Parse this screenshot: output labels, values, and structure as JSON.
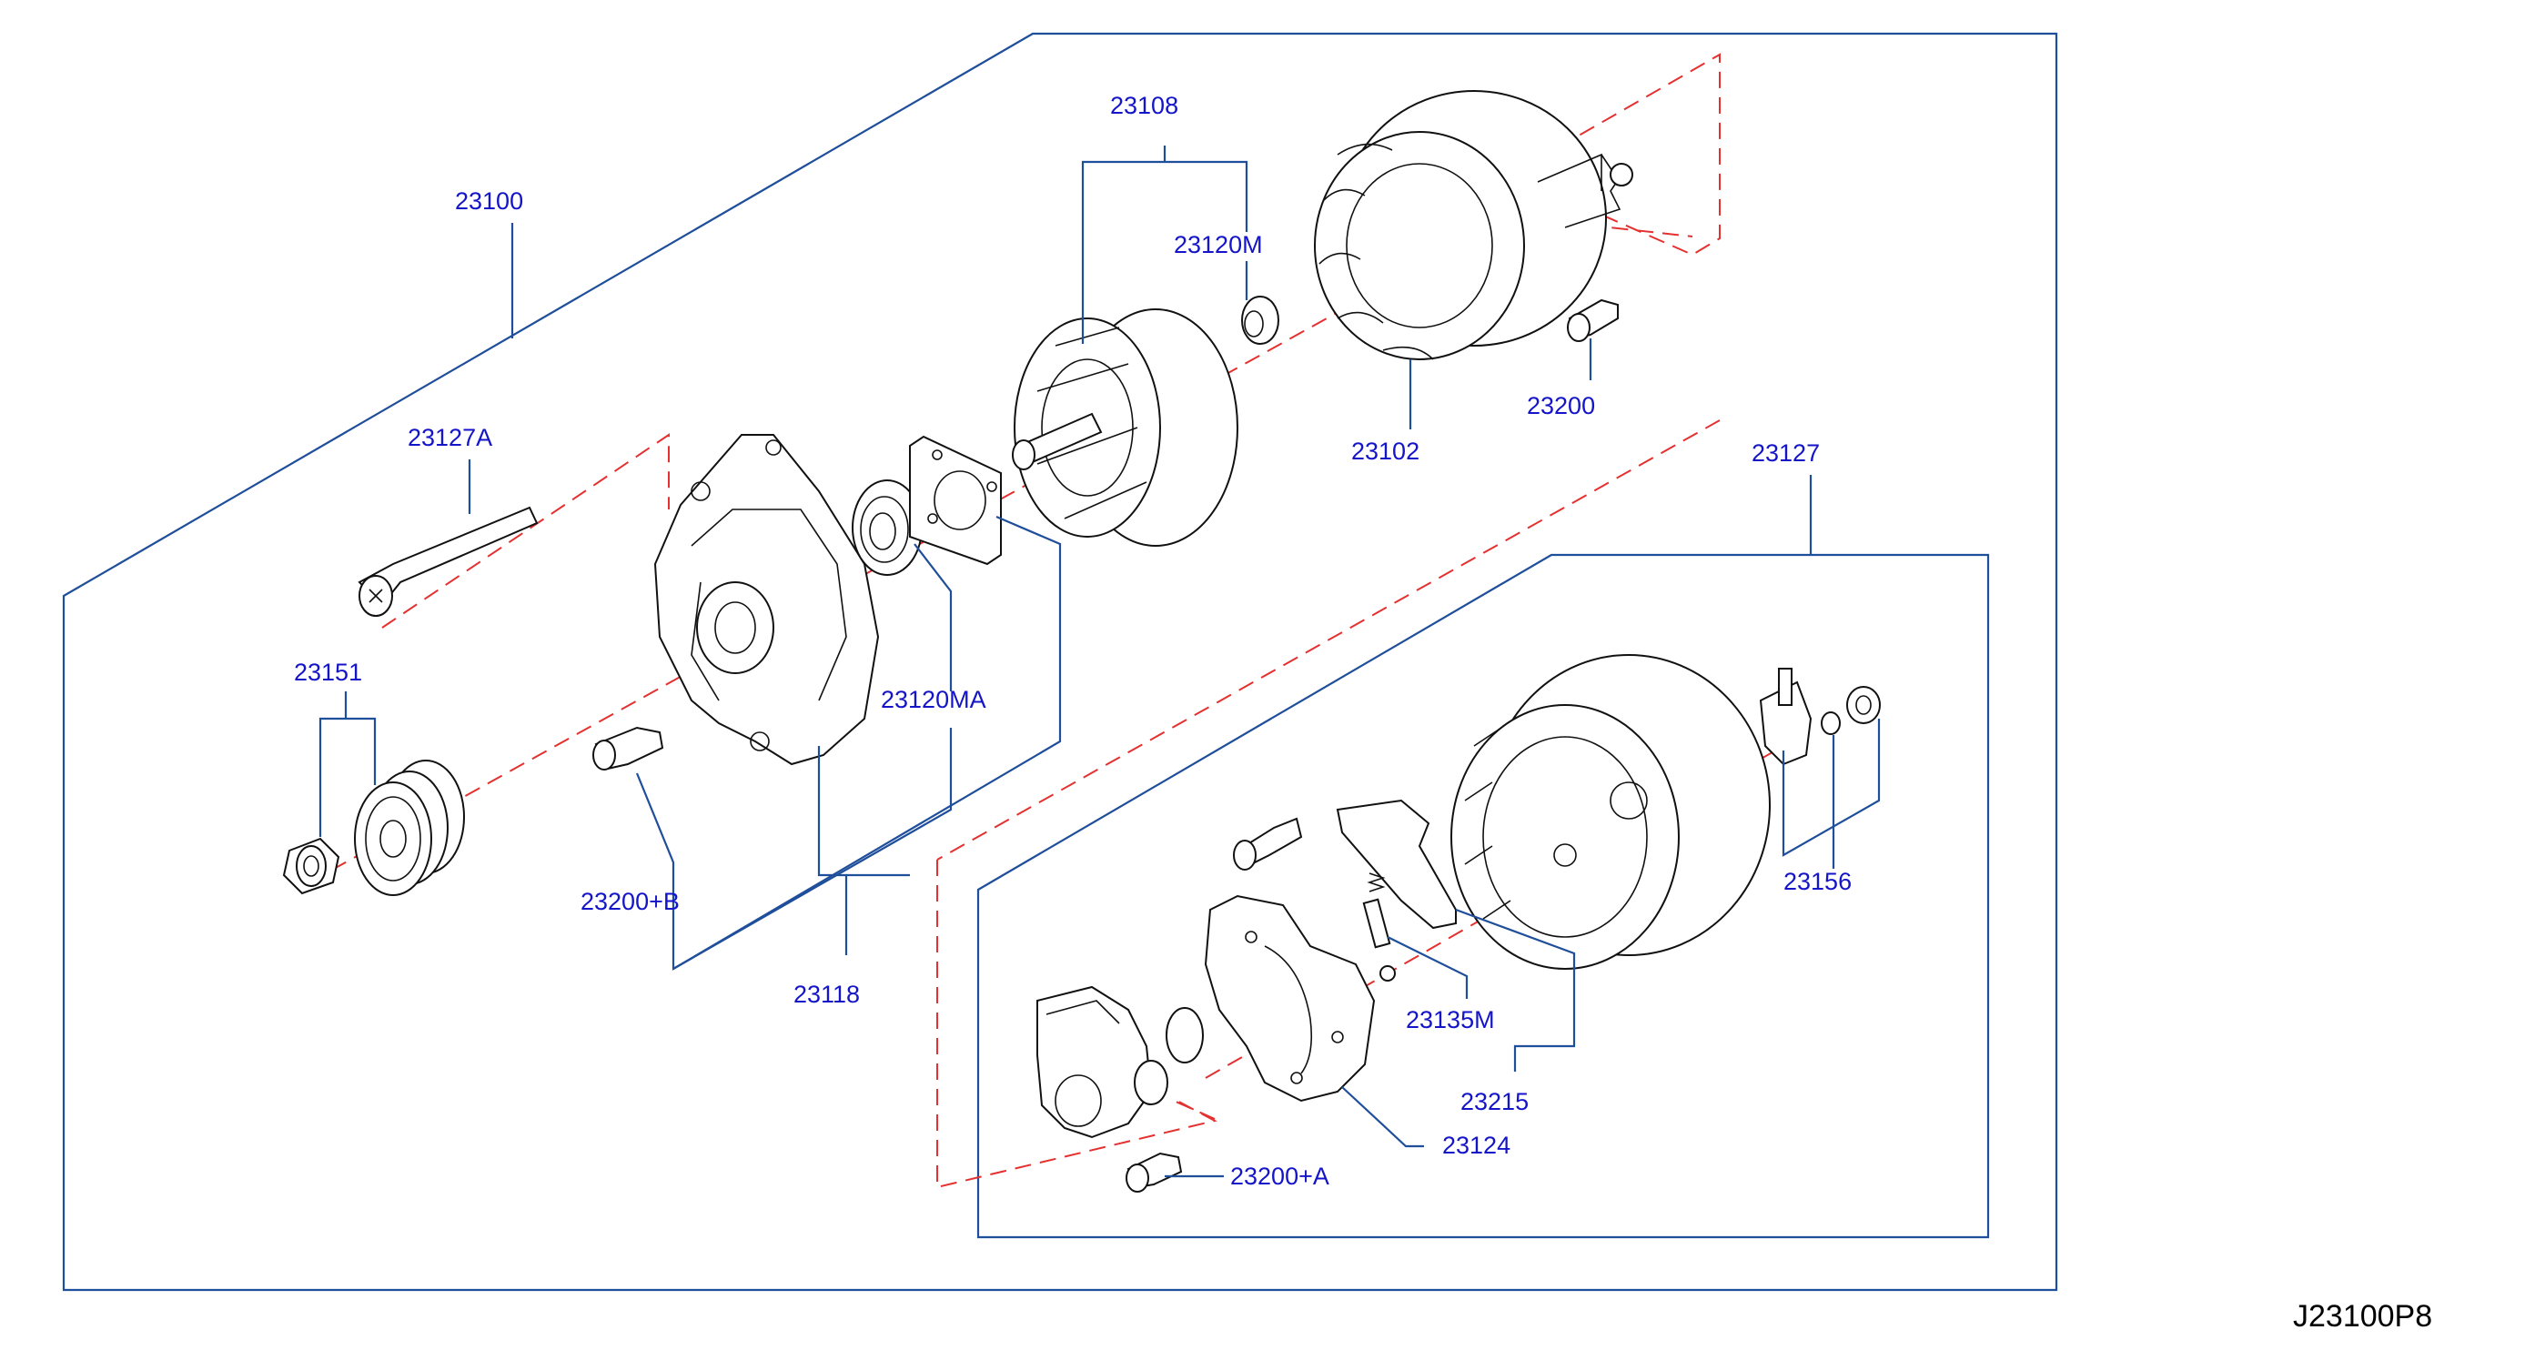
{
  "diagram_code": "J23100P8",
  "colors": {
    "leader": "#1f4e9a",
    "label": "#1414c8",
    "centerline": "#e53030",
    "linework": "#111111"
  },
  "labels": {
    "p23100": "23100",
    "p23108": "23108",
    "p23120m": "23120M",
    "p23102": "23102",
    "p23200": "23200",
    "p23127a": "23127A",
    "p23127": "23127",
    "p23151": "23151",
    "p23120ma": "23120MA",
    "p23200b": "23200+B",
    "p23118": "23118",
    "p23156": "23156",
    "p23135m": "23135M",
    "p23215": "23215",
    "p23124": "23124",
    "p23200a": "23200+A"
  }
}
